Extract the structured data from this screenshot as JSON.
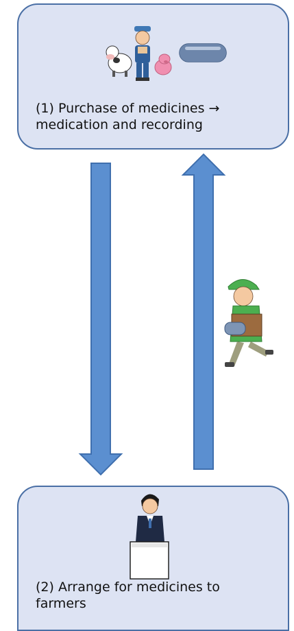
{
  "step1": {
    "text_line1": "(1) Purchase of medicines →",
    "text_line2": "medication and recording",
    "illustration": "farmer-with-cow-and-pig-icon",
    "medicine": "capsule-icon"
  },
  "step2": {
    "text_line1": "(2) Arrange for medicines to",
    "text_line2": "farmers",
    "illustration": "presenter-at-podium-icon"
  },
  "flow": {
    "down_arrow": "arrow-down-icon",
    "up_arrow": "arrow-up-icon",
    "courier": "delivery-courier-icon"
  },
  "colors": {
    "box_fill": "#dde3f3",
    "box_border": "#4a6fa5",
    "arrow_fill": "#5b8fd0",
    "arrow_stroke": "#3f6fae"
  }
}
